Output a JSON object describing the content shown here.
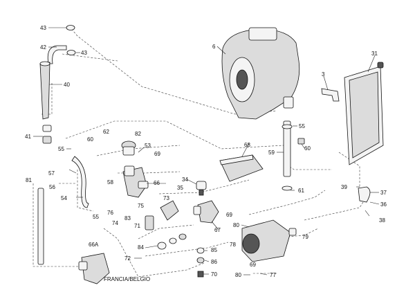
{
  "labels": {
    "l43a": "43",
    "l42": "42",
    "l43b": "43",
    "l40": "40",
    "l41": "41",
    "l6": "6",
    "l31": "31",
    "l3": "3",
    "l55a": "55",
    "l59": "59",
    "l60a": "60",
    "l55b": "55",
    "l60b": "60",
    "l62": "62",
    "l82": "82",
    "l53": "53",
    "l69a": "69",
    "l68": "68",
    "l57": "57",
    "l58": "58",
    "l66": "66",
    "l34": "34",
    "l35": "35",
    "l56": "56",
    "l81": "81",
    "l54": "54",
    "l55c": "55",
    "l76": "76",
    "l74": "74",
    "l83": "83",
    "l75": "75",
    "l73": "73",
    "l69b": "69",
    "l67": "67",
    "l61": "61",
    "l39": "39",
    "l37": "37",
    "l36": "36",
    "l38": "38",
    "l71": "71",
    "l80a": "80",
    "l79": "79",
    "l84": "84",
    "l85": "85",
    "l78": "78",
    "l66A": "66A",
    "l72": "72",
    "l86": "86",
    "l69c": "69",
    "l70": "70",
    "l80b": "80",
    "l77": "77"
  },
  "caption": "FRANCIA/BELGIO"
}
